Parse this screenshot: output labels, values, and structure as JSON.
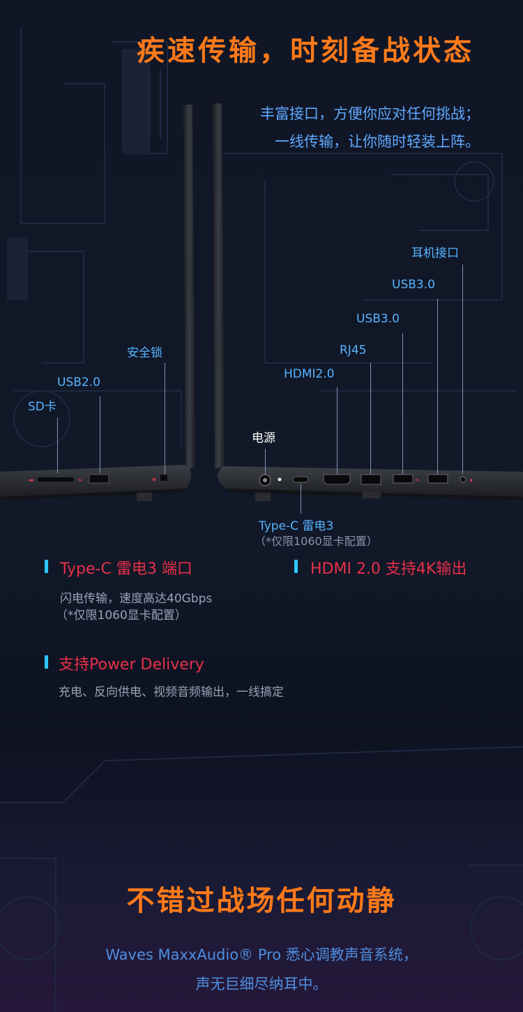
{
  "section_ports": {
    "title": "疾速传输，时刻备战状态",
    "intro_line1": "丰富接口，方便你应对任何挑战；",
    "intro_line2": "一线传输，让你随时轻装上阵。"
  },
  "port_labels": {
    "sd": "SD卡",
    "usb20": "USB2.0",
    "lock": "安全锁",
    "power": "电源",
    "typec": "Type-C 雷电3",
    "typec_note": "（*仅限1060显卡配置）",
    "hdmi": "HDMI2.0",
    "rj45": "RJ45",
    "usb30_a": "USB3.0",
    "usb30_b": "USB3.0",
    "headphone": "耳机接口"
  },
  "features": [
    {
      "title": "Type-C 雷电3 端口",
      "desc1": "闪电传输，速度高达40Gbps",
      "desc2": "（*仅限1060显卡配置）"
    },
    {
      "title": "HDMI 2.0 支持4K输出"
    },
    {
      "title": "支持Power Delivery",
      "desc1": "充电、反向供电、视频音频输出，一线搞定"
    }
  ],
  "section_audio": {
    "title": "不错过战场任何动静",
    "line1": "Waves MaxxAudio® Pro 悉心调教声音系统，",
    "line2": "声无巨细尽纳耳中。"
  },
  "colors": {
    "accent_orange": "#ff7a1a",
    "label_blue": "#58b4ff",
    "feature_red": "#e8304a",
    "bar_cyan": "#2ec7ff",
    "background": "#101626"
  }
}
